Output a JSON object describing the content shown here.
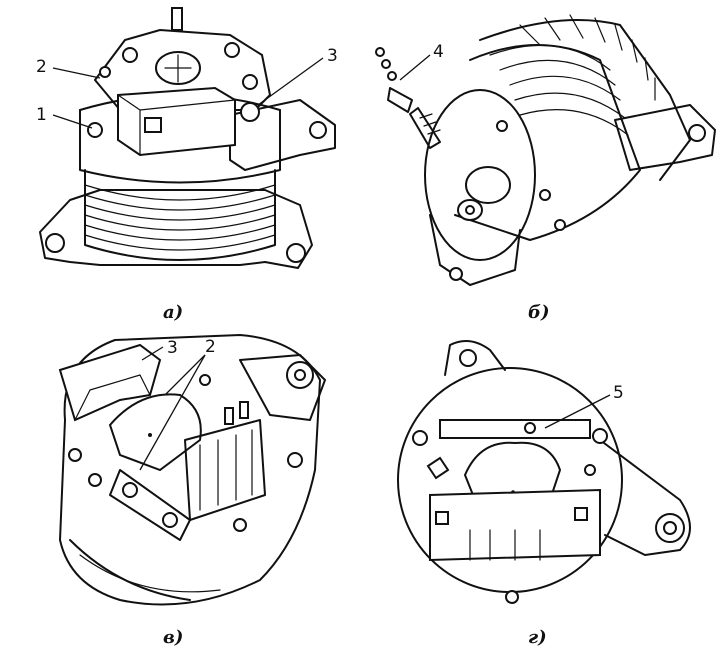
{
  "panels": [
    {
      "id": "a",
      "label": "а)"
    },
    {
      "id": "b",
      "label": "б)"
    },
    {
      "id": "v",
      "label": "в)"
    },
    {
      "id": "g",
      "label": "г)"
    }
  ],
  "callouts": {
    "a1": "1",
    "a2": "2",
    "a3": "3",
    "b4": "4",
    "v3": "3",
    "v2": "2",
    "g5": "5"
  }
}
